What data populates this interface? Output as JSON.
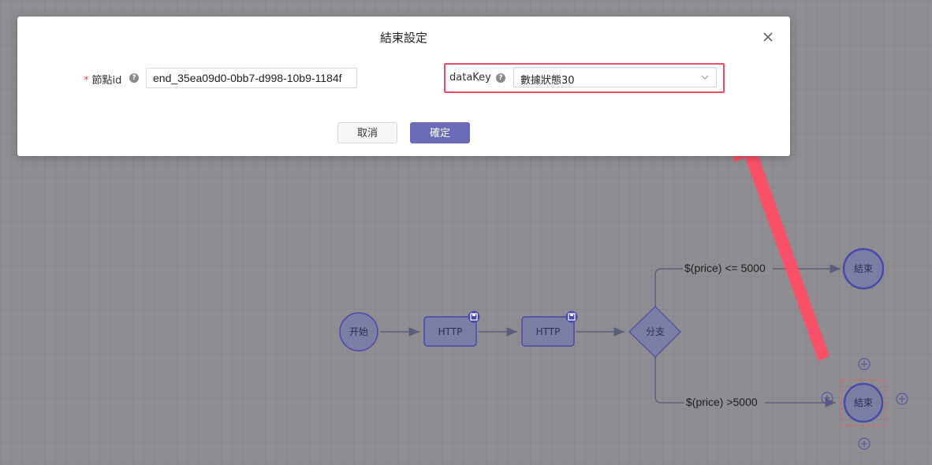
{
  "dialog": {
    "title": "結束設定",
    "node_id_label": "節點id",
    "required_mark": "*",
    "node_id_value": "end_35ea09d0-0bb7-d998-10b9-1184f",
    "data_key_label": "dataKey",
    "data_key_value": "數據狀態30",
    "cancel_label": "取消",
    "confirm_label": "確定",
    "help_glyph": "?"
  },
  "flow": {
    "nodes": {
      "start": "开始",
      "http1": "HTTP",
      "http2": "HTTP",
      "branch": "分支",
      "end_top": "結束",
      "end_bottom": "結束"
    },
    "edges": {
      "upper": "$(price) <= 5000",
      "lower": "$(price) >5000"
    },
    "add_glyph": "+"
  },
  "colors": {
    "accent": "#6b6bb8",
    "node_fill": "#7b7fa3",
    "node_stroke": "#4a4aa8",
    "highlight": "#ef4a63",
    "overlay": "#8e8e92"
  },
  "icons": {
    "close": "close-icon",
    "help": "help-icon",
    "dropdown": "chevron-down-icon",
    "save": "save-icon",
    "add": "plus-circle-icon",
    "annotation": "arrow-annotation"
  }
}
